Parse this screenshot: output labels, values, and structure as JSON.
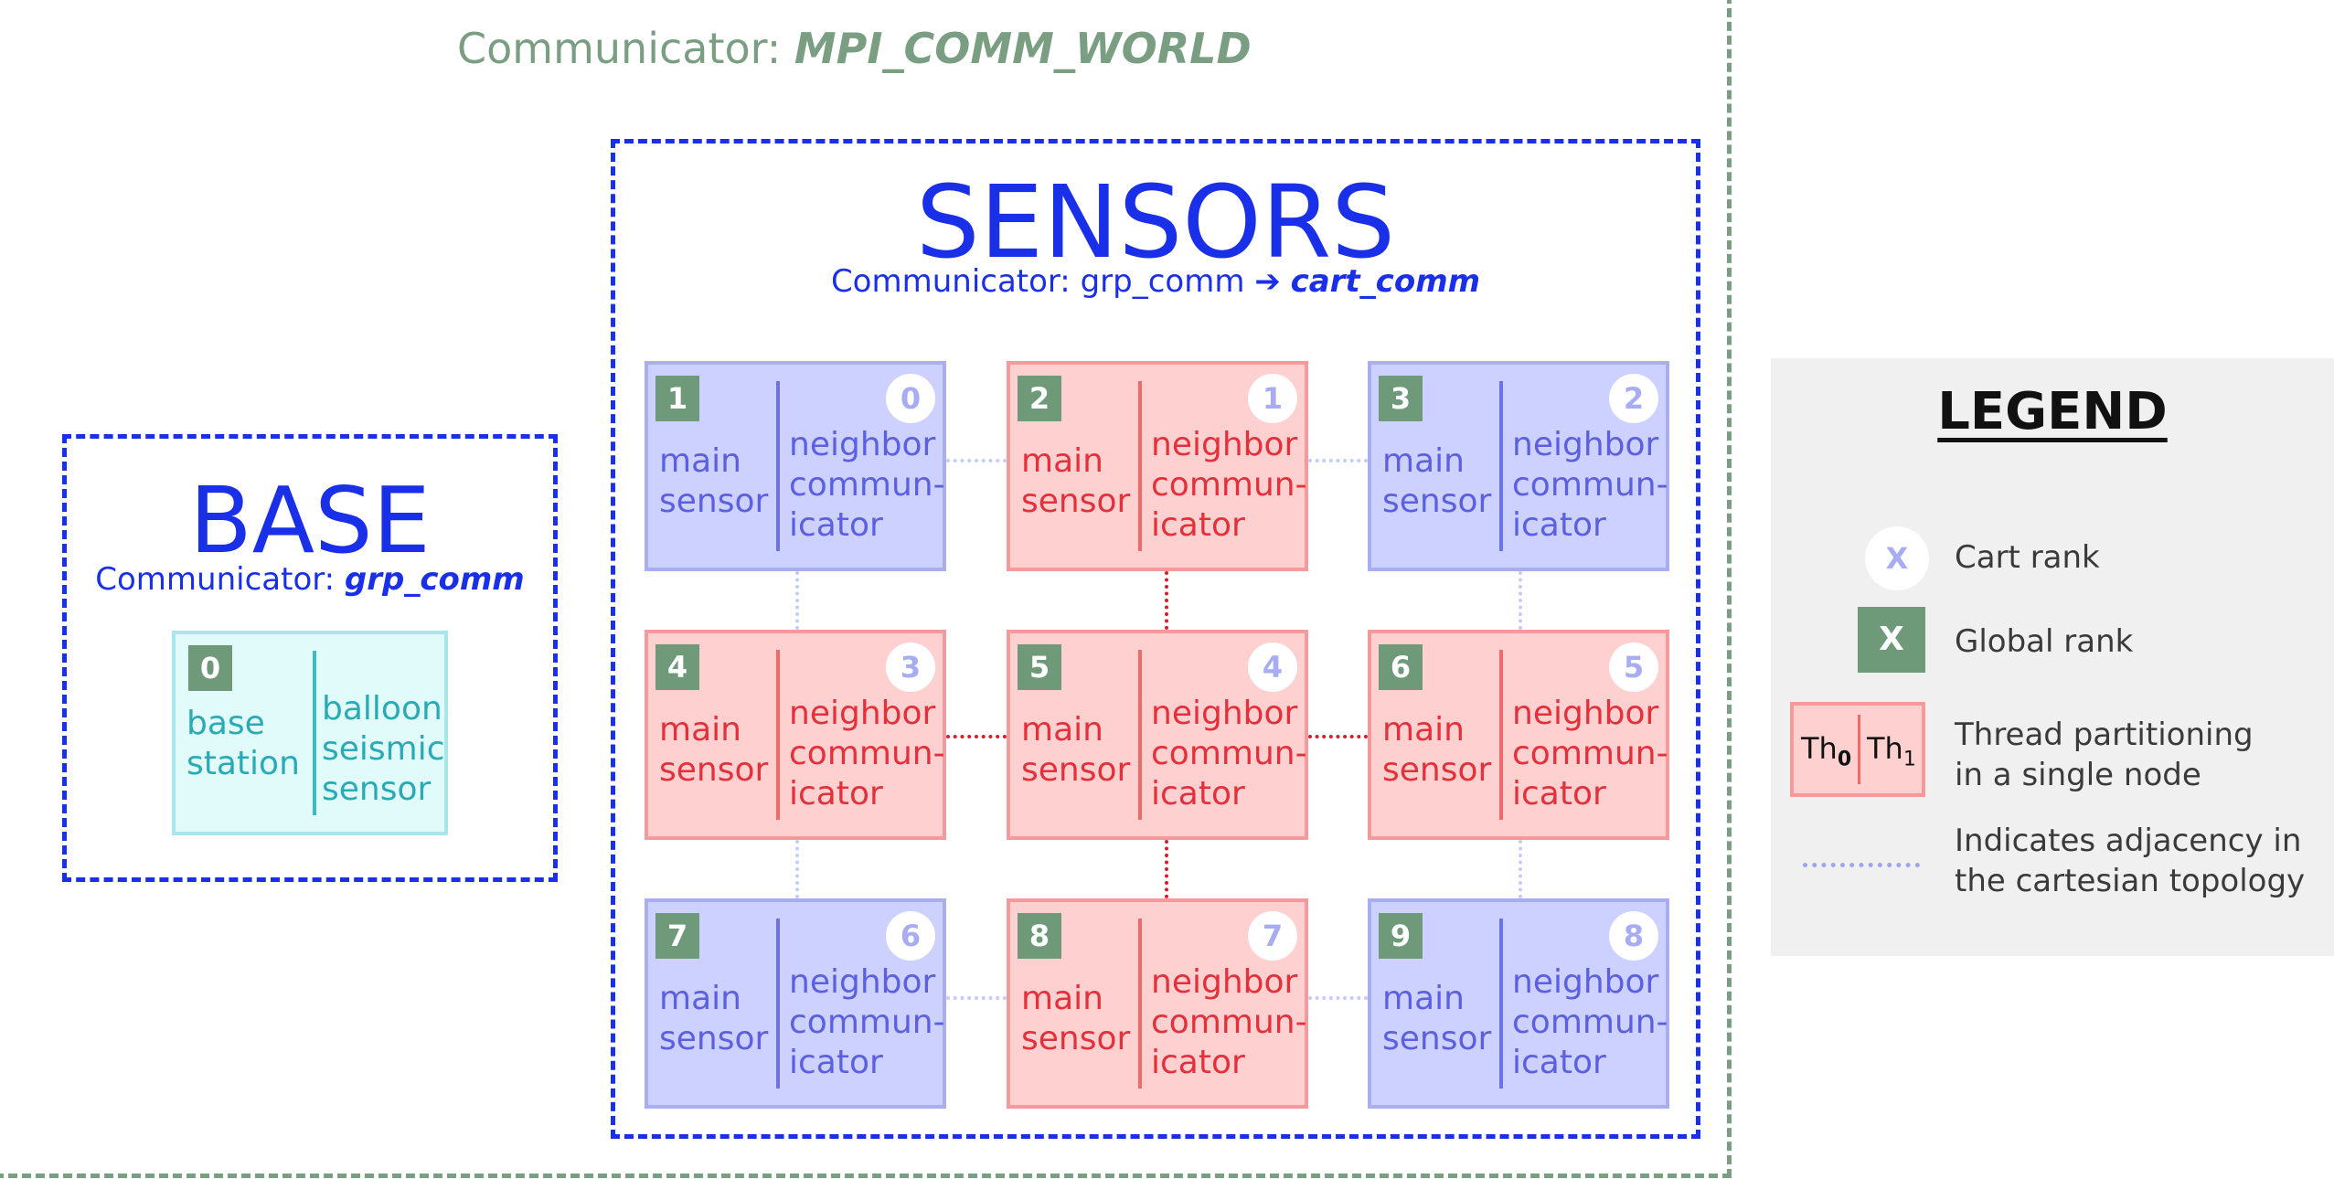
{
  "world": {
    "prefix": "Communicator: ",
    "name": "MPI_COMM_WORLD"
  },
  "sensors": {
    "title": "SENSORS",
    "comm_prefix": "Communicator: grp_comm ➔ ",
    "comm_name": "cart_comm",
    "nodes": [
      {
        "global": "1",
        "cart": "0",
        "main": [
          "main",
          "sensor"
        ],
        "thread": [
          "neighbor",
          "commun-",
          "icator"
        ],
        "color": "blue"
      },
      {
        "global": "2",
        "cart": "1",
        "main": [
          "main",
          "sensor"
        ],
        "thread": [
          "neighbor",
          "commun-",
          "icator"
        ],
        "color": "red"
      },
      {
        "global": "3",
        "cart": "2",
        "main": [
          "main",
          "sensor"
        ],
        "thread": [
          "neighbor",
          "commun-",
          "icator"
        ],
        "color": "blue"
      },
      {
        "global": "4",
        "cart": "3",
        "main": [
          "main",
          "sensor"
        ],
        "thread": [
          "neighbor",
          "commun-",
          "icator"
        ],
        "color": "red"
      },
      {
        "global": "5",
        "cart": "4",
        "main": [
          "main",
          "sensor"
        ],
        "thread": [
          "neighbor",
          "commun-",
          "icator"
        ],
        "color": "red"
      },
      {
        "global": "6",
        "cart": "5",
        "main": [
          "main",
          "sensor"
        ],
        "thread": [
          "neighbor",
          "commun-",
          "icator"
        ],
        "color": "red"
      },
      {
        "global": "7",
        "cart": "6",
        "main": [
          "main",
          "sensor"
        ],
        "thread": [
          "neighbor",
          "commun-",
          "icator"
        ],
        "color": "blue"
      },
      {
        "global": "8",
        "cart": "7",
        "main": [
          "main",
          "sensor"
        ],
        "thread": [
          "neighbor",
          "commun-",
          "icator"
        ],
        "color": "red"
      },
      {
        "global": "9",
        "cart": "8",
        "main": [
          "main",
          "sensor"
        ],
        "thread": [
          "neighbor",
          "commun-",
          "icator"
        ],
        "color": "blue"
      }
    ]
  },
  "base": {
    "title": "BASE",
    "comm_prefix": "Communicator: ",
    "comm_name": "grp_comm",
    "node": {
      "global": "0",
      "main": [
        "base",
        "station"
      ],
      "thread": [
        "balloon",
        "seismic",
        "sensor"
      ]
    }
  },
  "legend": {
    "title": "LEGEND",
    "cart_symbol": "X",
    "cart_label": "Cart rank",
    "global_symbol": "X",
    "global_label": "Global rank",
    "thread_label": [
      "Thread partitioning",
      "in a single node"
    ],
    "th0": "Th",
    "th0_sub": "0",
    "th1": "Th",
    "th1_sub": "1",
    "adjacency_label": [
      "Indicates adjacency in",
      "the cartesian topology"
    ]
  },
  "colors": {
    "world": "#7a9e82",
    "group": "#1a2fe8",
    "blue_node": "#ccd1ff",
    "red_node": "#ffd0d0",
    "cyan_node": "#e1fbfb",
    "red_link": "#d41f2a",
    "light_link": "#c7cbfa"
  }
}
